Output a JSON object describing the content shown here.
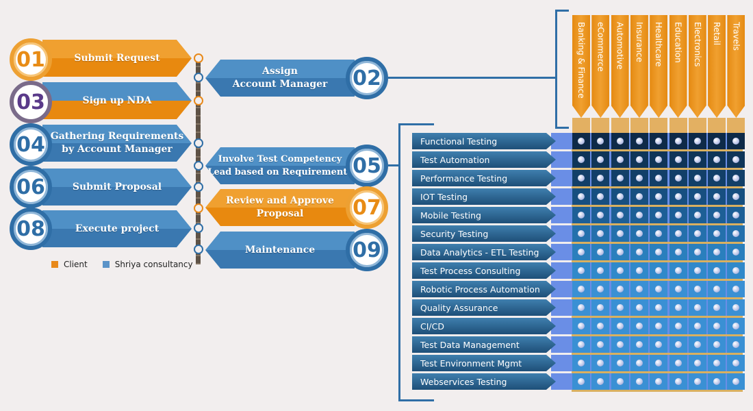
{
  "process": {
    "steps": [
      {
        "number": "01",
        "label": "Submit Request",
        "owner": "client",
        "side": "left"
      },
      {
        "number": "02",
        "label": "Assign Account Manager",
        "owner": "consultancy",
        "side": "right"
      },
      {
        "number": "03",
        "label": "Sign up NDA",
        "owner": "both",
        "side": "left"
      },
      {
        "number": "04",
        "label": "Gathering Requirements by Account Manager",
        "owner": "consultancy",
        "side": "left"
      },
      {
        "number": "05",
        "label": "Involve Test Competency Lead based on Requirements",
        "owner": "consultancy",
        "side": "right"
      },
      {
        "number": "06",
        "label": "Submit Proposal",
        "owner": "consultancy",
        "side": "left"
      },
      {
        "number": "07",
        "label": "Review and Approve Proposal",
        "owner": "client",
        "side": "right"
      },
      {
        "number": "08",
        "label": "Execute project",
        "owner": "consultancy",
        "side": "left"
      },
      {
        "number": "09",
        "label": "Maintenance",
        "owner": "consultancy",
        "side": "right"
      }
    ],
    "step_lines": {
      "s01": "Submit Request",
      "s02a": "Assign",
      "s02b": "Account Manager",
      "s03": "Sign up NDA",
      "s04a": "Gathering Requirements",
      "s04b": "by Account Manager",
      "s05a": "Involve Test Competency",
      "s05b": "Lead based on Requirements",
      "s06": "Submit Proposal",
      "s07a": "Review and Approve",
      "s07b": "Proposal",
      "s08": "Execute project",
      "s09": "Maintenance"
    },
    "numbers": {
      "n01": "01",
      "n02": "02",
      "n03": "03",
      "n04": "04",
      "n05": "05",
      "n06": "06",
      "n07": "07",
      "n08": "08",
      "n09": "09"
    }
  },
  "legend": {
    "client": {
      "label": "Client",
      "color": "#e8891a"
    },
    "consultancy": {
      "label": "Shriya consultancy",
      "color": "#5b93c8"
    }
  },
  "matrix": {
    "industries": [
      "Banking & Finance",
      "eCommerce",
      "Automotive",
      "Insurance",
      "Healthcare",
      "Education",
      "Electronics",
      "Retail",
      "Travels"
    ],
    "services": [
      "Functional Testing",
      "Test Automation",
      "Performance Testing",
      "IOT Testing",
      "Mobile Testing",
      "Security Testing",
      "Data Analytics -  ETL Testing",
      "Test Process Consulting",
      "Robotic Process Automation",
      "Quality Assurance",
      "CI/CD",
      "Test Data Management",
      "Test Environment Mgmt",
      "Webservices Testing"
    ],
    "coverage": "all services offered across all industries",
    "row_colors": [
      "#0e2a48",
      "#0f3558",
      "#123f68",
      "#174f80",
      "#1d5f96",
      "#2470ac",
      "#2a7fbd",
      "#3089ca",
      "#3a90d4",
      "#3a90d4",
      "#3a90d4",
      "#3a90d4",
      "#3a90d4",
      "#3a90d4"
    ]
  },
  "colors": {
    "orange": "#e8891a",
    "blue": "#3a78b0",
    "background": "#f2eeee",
    "gold": "#d9b060"
  }
}
